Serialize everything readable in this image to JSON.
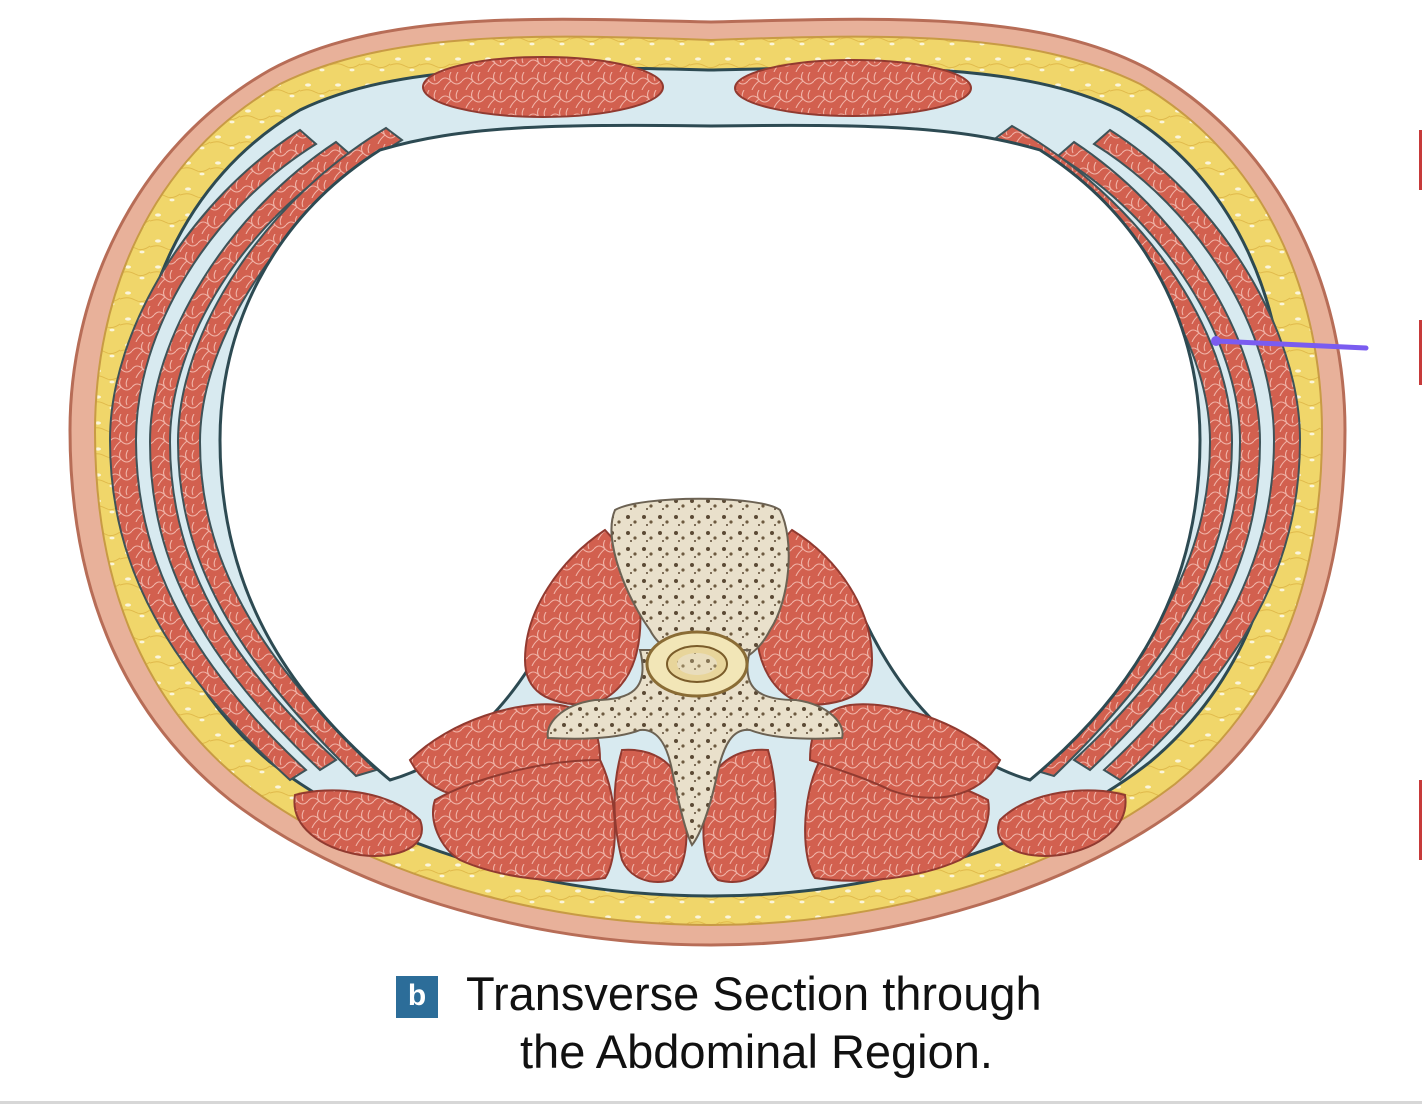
{
  "caption": {
    "panel_letter": "b",
    "line1": "Transverse Section through",
    "line2": "the Abdominal Region."
  },
  "colors": {
    "skin": "#e8b19a",
    "fat": "#f0d66a",
    "fascia": "#d8eaf0",
    "muscle": "#d2604f",
    "muscle_texture": "#f2b8ad",
    "bone": "#ece4d2",
    "pointer": "#7a5cf0",
    "badge": "#2c6d99"
  },
  "icons": {
    "pointer": "pointer-arrow-icon"
  }
}
